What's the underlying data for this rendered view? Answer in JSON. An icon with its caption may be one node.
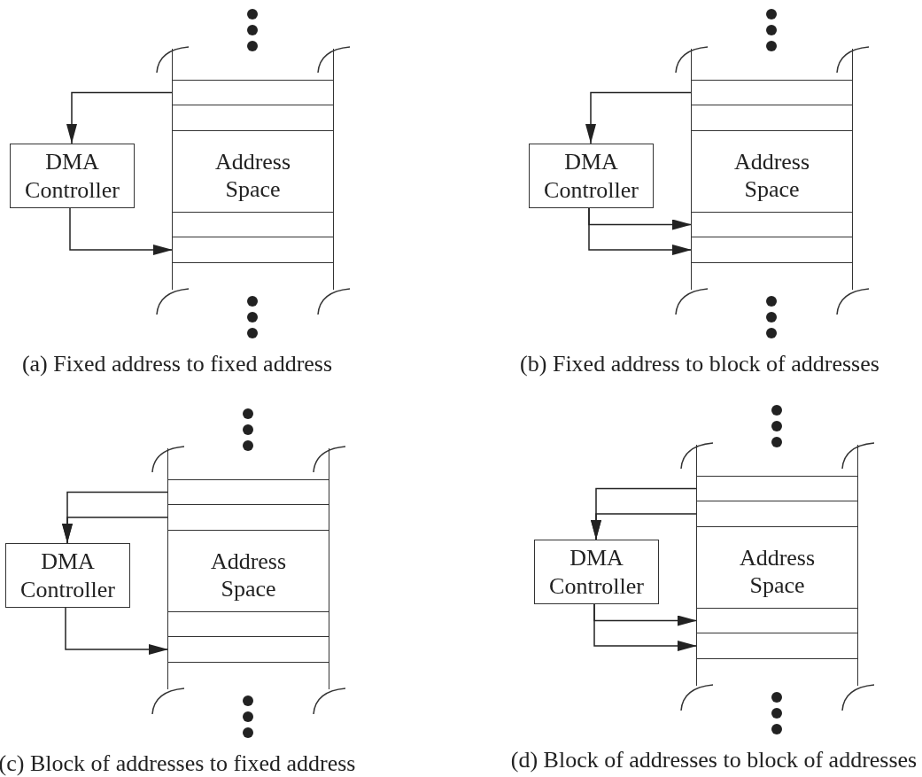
{
  "diagram": {
    "nodes": [
      {
        "text": [
          "DMA Controller"
        ]
      },
      {
        "text": [
          "Address Space"
        ]
      },
      {
        "text": [],
        "shape": "bar",
        "in": 1
      },
      {
        "text": [],
        "shape": "bar",
        "in": 1
      },
      {
        "text": [],
        "shape": "bar",
        "in": 1
      },
      {
        "text": [],
        "shape": "bar",
        "in": 1
      },
      {
        "text": [
          "DMA Controller"
        ]
      },
      {
        "text": [
          "Address Space"
        ]
      },
      {
        "text": [],
        "shape": "bar",
        "in": 7
      },
      {
        "text": [],
        "shape": "bar",
        "in": 7
      },
      {
        "text": [],
        "shape": "bar",
        "in": 7
      },
      {
        "text": [],
        "shape": "bar",
        "in": 7
      },
      {
        "text": [
          "DMA Controller"
        ]
      },
      {
        "text": [
          "Address Space"
        ]
      },
      {
        "text": [],
        "shape": "bar",
        "in": 13
      },
      {
        "text": [],
        "shape": "bar",
        "in": 13
      },
      {
        "text": [],
        "shape": "bar",
        "in": 13
      },
      {
        "text": [],
        "shape": "bar",
        "in": 13
      },
      {
        "text": [
          "DMA Controller"
        ]
      },
      {
        "text": [
          "Address Space"
        ]
      },
      {
        "text": [],
        "shape": "bar",
        "in": 19
      },
      {
        "text": [],
        "shape": "bar",
        "in": 19
      },
      {
        "text": [],
        "shape": "bar",
        "in": 19
      },
      {
        "text": [],
        "shape": "bar",
        "in": 19
      }
    ],
    "edges": [
      {
        "from": 2,
        "to": 0,
        "arrow": "to"
      },
      {
        "from": 0,
        "to": 5,
        "arrow": "to"
      },
      {
        "from": 8,
        "to": 6,
        "arrow": "to"
      },
      {
        "from": 6,
        "to": 10,
        "arrow": "to"
      },
      {
        "from": 6,
        "to": 11,
        "arrow": "to"
      },
      {
        "from": 14,
        "to": 12,
        "arrow": "to"
      },
      {
        "from": 15,
        "to": 12,
        "arrow": "to"
      },
      {
        "from": 12,
        "to": 17,
        "arrow": "to"
      },
      {
        "from": 20,
        "to": 18,
        "arrow": "to"
      },
      {
        "from": 21,
        "to": 18,
        "arrow": "to"
      },
      {
        "from": 18,
        "to": 22,
        "arrow": "to"
      },
      {
        "from": 18,
        "to": 23,
        "arrow": "to"
      }
    ],
    "labels": [
      "(a) Fixed address to fixed address",
      "(b) Fixed address to block of addresses",
      "(c) Block of addresses to fixed address",
      "(d) Block of addresses to block of addresses"
    ]
  }
}
